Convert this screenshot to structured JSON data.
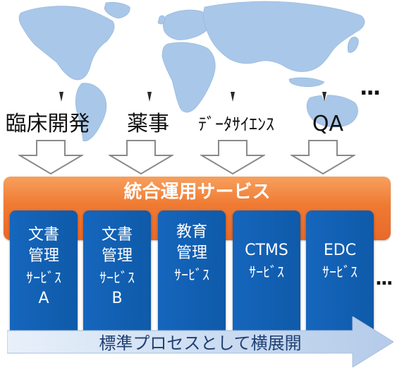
{
  "roles": [
    {
      "label": "臨床開発"
    },
    {
      "label": "薬事"
    },
    {
      "label": "ﾃﾞｰﾀｻｲｴﾝｽ"
    },
    {
      "label": "QA"
    }
  ],
  "roles_more": "...",
  "integrated_service": {
    "title": "統合運用サービス"
  },
  "services": [
    {
      "lines": [
        "文書",
        "管理",
        "ｻｰﾋﾞｽ",
        "A"
      ]
    },
    {
      "lines": [
        "文書",
        "管理",
        "ｻｰﾋﾞｽ",
        "B"
      ]
    },
    {
      "lines": [
        "教育",
        "管理",
        "ｻｰﾋﾞｽ"
      ]
    },
    {
      "lines": [
        "CTMS",
        "ｻｰﾋﾞｽ"
      ]
    },
    {
      "lines": [
        "EDC",
        "ｻｰﾋﾞｽ"
      ]
    }
  ],
  "services_more": "...",
  "process_label": "標準プロセスとして横展開",
  "colors": {
    "map": "#a9c7e8",
    "integrated_bar": "#ef7a32",
    "service_box": "#1566bd",
    "process_arrow": "#c3d6ee"
  }
}
